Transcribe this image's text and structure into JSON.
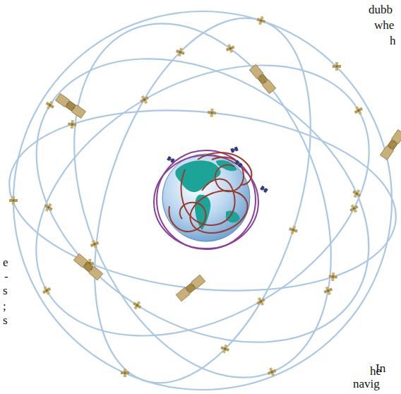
{
  "diagram": {
    "labels": [
      "dubb",
      "whe",
      "h",
      "he",
      "navig",
      "In",
      "e",
      "-",
      "s",
      ";",
      "s"
    ]
  }
}
